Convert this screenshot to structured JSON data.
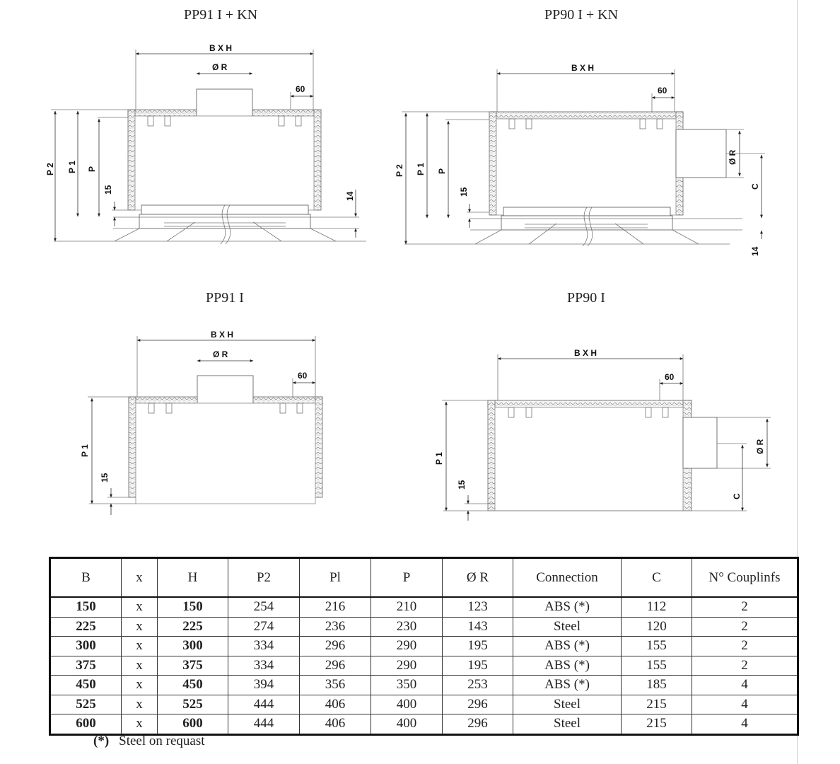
{
  "titles": {
    "pp91_kn": "PP91 I  +  KN",
    "pp90_kn": "PP90 I  +  KN",
    "pp91": "PP91 I",
    "pp90": "PP90 I"
  },
  "dims": {
    "bxh": "B X H",
    "r": "Ø  R",
    "sixty": "60",
    "p2": "P 2",
    "p1": "P 1",
    "p": "P",
    "fifteen": "15",
    "fourteen": "14",
    "c": "C"
  },
  "table": {
    "headers": [
      "B",
      "x",
      "H",
      "P2",
      "Pl",
      "P",
      "Ø R",
      "Connection",
      "C",
      "N° Couplinfs"
    ],
    "rows": [
      [
        "150",
        "x",
        "150",
        "254",
        "216",
        "210",
        "123",
        "ABS (*)",
        "112",
        "2"
      ],
      [
        "225",
        "x",
        "225",
        "274",
        "236",
        "230",
        "143",
        "Steel",
        "120",
        "2"
      ],
      [
        "300",
        "x",
        "300",
        "334",
        "296",
        "290",
        "195",
        "ABS (*)",
        "155",
        "2"
      ],
      [
        "375",
        "x",
        "375",
        "334",
        "296",
        "290",
        "195",
        "ABS (*)",
        "155",
        "2"
      ],
      [
        "450",
        "x",
        "450",
        "394",
        "356",
        "350",
        "253",
        "ABS (*)",
        "185",
        "4"
      ],
      [
        "525",
        "x",
        "525",
        "444",
        "406",
        "400",
        "296",
        "Steel",
        "215",
        "4"
      ],
      [
        "600",
        "x",
        "600",
        "444",
        "406",
        "400",
        "296",
        "Steel",
        "215",
        "4"
      ]
    ]
  },
  "footnote": {
    "marker": "(*)",
    "text": "Steel on requast"
  }
}
